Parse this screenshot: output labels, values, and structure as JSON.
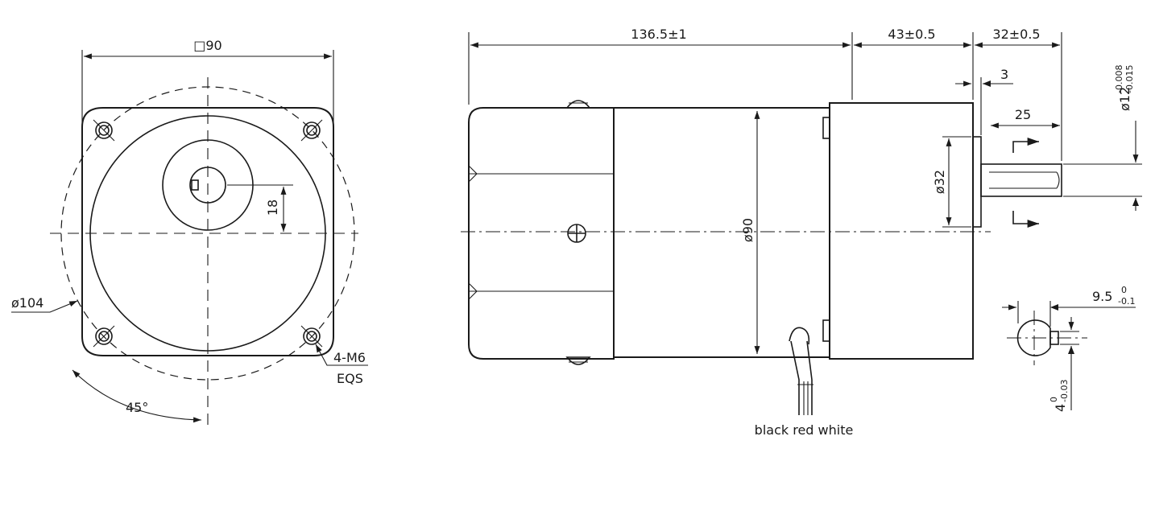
{
  "front_view": {
    "square_label": "□90",
    "bolt_circle_label": "ø104",
    "shaft_offset_label": "18",
    "holes_label": "4-M6",
    "holes_spacing_label": "EQS",
    "angle_label": "45°"
  },
  "side_view": {
    "length_label": "136.5±1",
    "gearbox_label": "43±0.5",
    "shaft_length_label": "32±0.5",
    "flange_step_label": "3",
    "key_length_label": "25",
    "body_diameter_label": "ø90",
    "pilot_diameter_label": "ø32",
    "shaft_diameter_label": "ø12",
    "shaft_tol_upper": "-0.008",
    "shaft_tol_lower": "-0.015",
    "wires_label": "black red white"
  },
  "section_view": {
    "flat_label": "9.5",
    "flat_tol_upper": "0",
    "flat_tol_lower": "-0.1",
    "key_label": "4",
    "key_tol_upper": "0",
    "key_tol_lower": "-0.03"
  }
}
